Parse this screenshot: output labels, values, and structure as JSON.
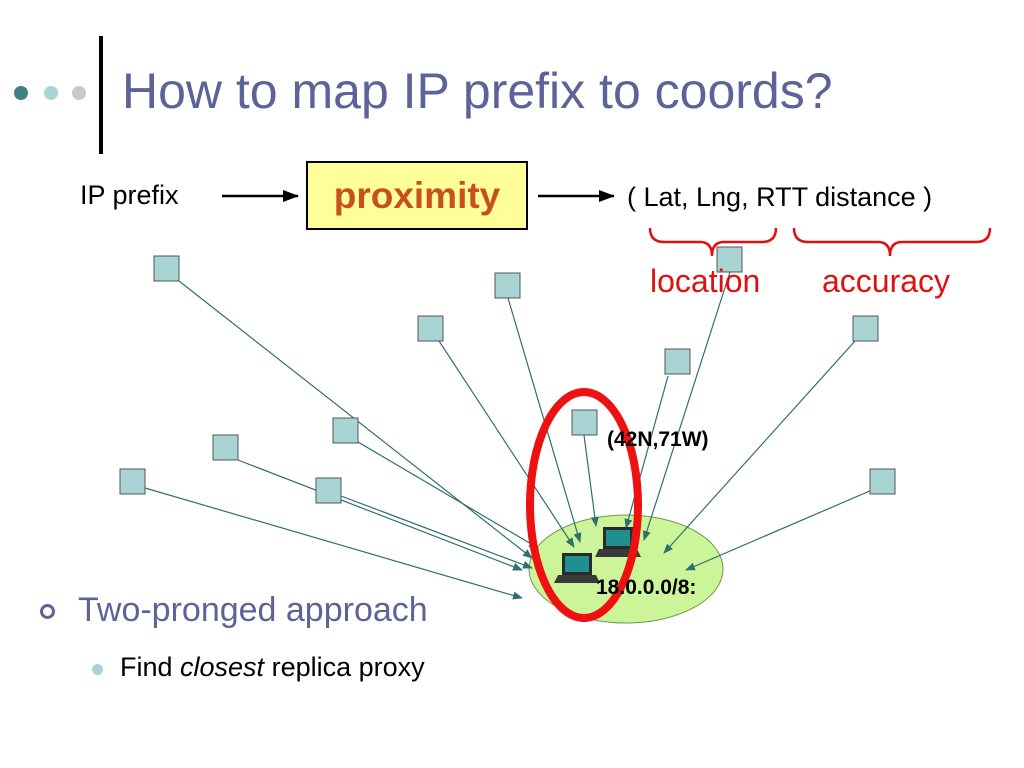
{
  "slide": {
    "title": "How to map IP prefix to coords?",
    "colors": {
      "title": "#5c6399",
      "annotation": "#e01010",
      "keyword": "#c8501e",
      "node_fill": "#a8d4d4",
      "region_fill": "#ccf59a"
    }
  },
  "pipeline": {
    "input_label": "IP prefix",
    "process_label": "proximity",
    "output_label": "( Lat, Lng, RTT distance )",
    "brace_left_label": "location",
    "brace_right_label": "accuracy"
  },
  "network": {
    "coord_label": "(42N,71W)",
    "prefix_label": "18.0.0.0/8:",
    "node_icon": "square-node-icon",
    "host_icon": "laptop-icon"
  },
  "bullets": {
    "level1": "Two-pronged approach",
    "level2_prefix": "Find ",
    "level2_emphasis": "closest",
    "level2_suffix": " replica proxy"
  }
}
